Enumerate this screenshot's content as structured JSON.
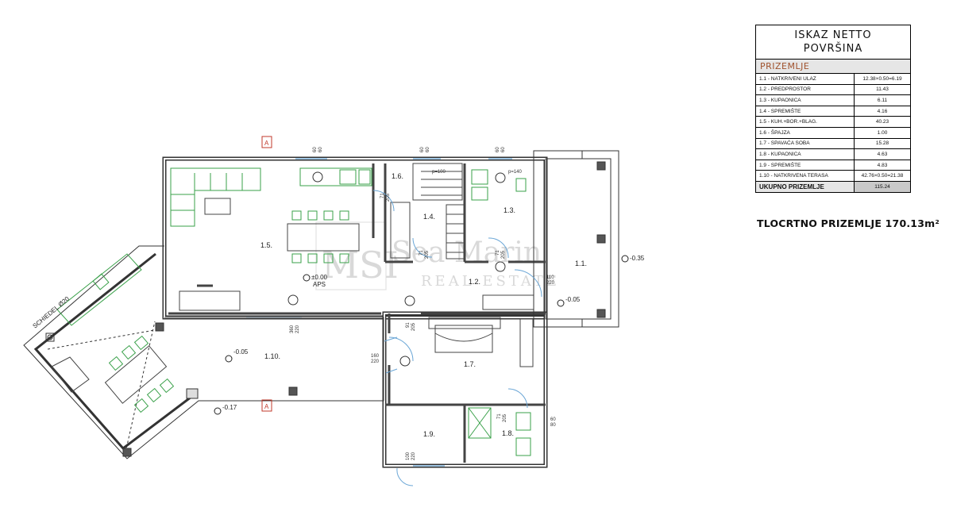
{
  "legend": {
    "title_line1": "ISKAZ NETTO",
    "title_line2": "POVRŠINA",
    "section": "PRIZEMLJE",
    "rows": [
      {
        "name": "1.1 - NATKRIVENI ULAZ",
        "value": "12.38×0.50=6.19"
      },
      {
        "name": "1.2 - PREDPROSTOR",
        "value": "11.43"
      },
      {
        "name": "1.3 - KUPAONICA",
        "value": "6.11"
      },
      {
        "name": "1.4 - SPREMIŠTE",
        "value": "4.16"
      },
      {
        "name": "1.5 - KUH.+BOR.+BLAG.",
        "value": "40.23"
      },
      {
        "name": "1.6 - ŠPAJZA",
        "value": "1.00"
      },
      {
        "name": "1.7 - SPAVAĆA SOBA",
        "value": "15.28"
      },
      {
        "name": "1.8 - KUPAONICA",
        "value": "4.63"
      },
      {
        "name": "1.9 - SPREMIŠTE",
        "value": "4.83"
      },
      {
        "name": "1.10 - NATKRIVENA TERASA",
        "value": "42.76×0.50=21.38"
      }
    ],
    "total_label": "UKUPNO PRIZEMLJE",
    "total_value": "115.24"
  },
  "footer": "TLOCRTNO PRIZEMLJE 170.13m²",
  "plan": {
    "rooms": {
      "r1_1": "1.1.",
      "r1_2": "1.2.",
      "r1_3": "1.3.",
      "r1_4": "1.4.",
      "r1_5": "1.5.",
      "r1_6": "1.6.",
      "r1_7": "1.7.",
      "r1_8": "1.8.",
      "r1_9": "1.9.",
      "r1_10": "1.10."
    },
    "levels": {
      "aps_top": "±0.00",
      "aps_bottom": "APS",
      "entry": "-0.35",
      "porch": "-0.05",
      "terrace": "-0.05",
      "outside": "-0.17"
    },
    "chimney": "SCHIEDEL Ø20",
    "section_marker": "A",
    "door_dims": {
      "d1_top": "110",
      "d1_bot": "220",
      "d2_top": "160",
      "d2_bot": "220",
      "d3_top": "60",
      "d3_bot": "80",
      "d4_top": "100",
      "d4_bot": "220",
      "d5_top": "71",
      "d5_bot": "205",
      "d6_top": "71",
      "d6_bot": "205",
      "d7_top": "71",
      "d7_bot": "205",
      "d8_top": "91",
      "d8_bot": "205",
      "d9_top": "71",
      "d9_bot": "205",
      "d10_top": "360",
      "d10_bot": "220"
    },
    "window_dims": {
      "w1_top": "60",
      "w1_bot": "60",
      "w2_top": "60",
      "w2_bot": "60",
      "w3_top": "60",
      "w3_bot": "60"
    },
    "stair_note1": "p=100",
    "stair_note2": "p=140",
    "watermark_monogram": "MSI",
    "watermark_name": "Sea Marin",
    "watermark_sub": "REAL ESTATE"
  }
}
